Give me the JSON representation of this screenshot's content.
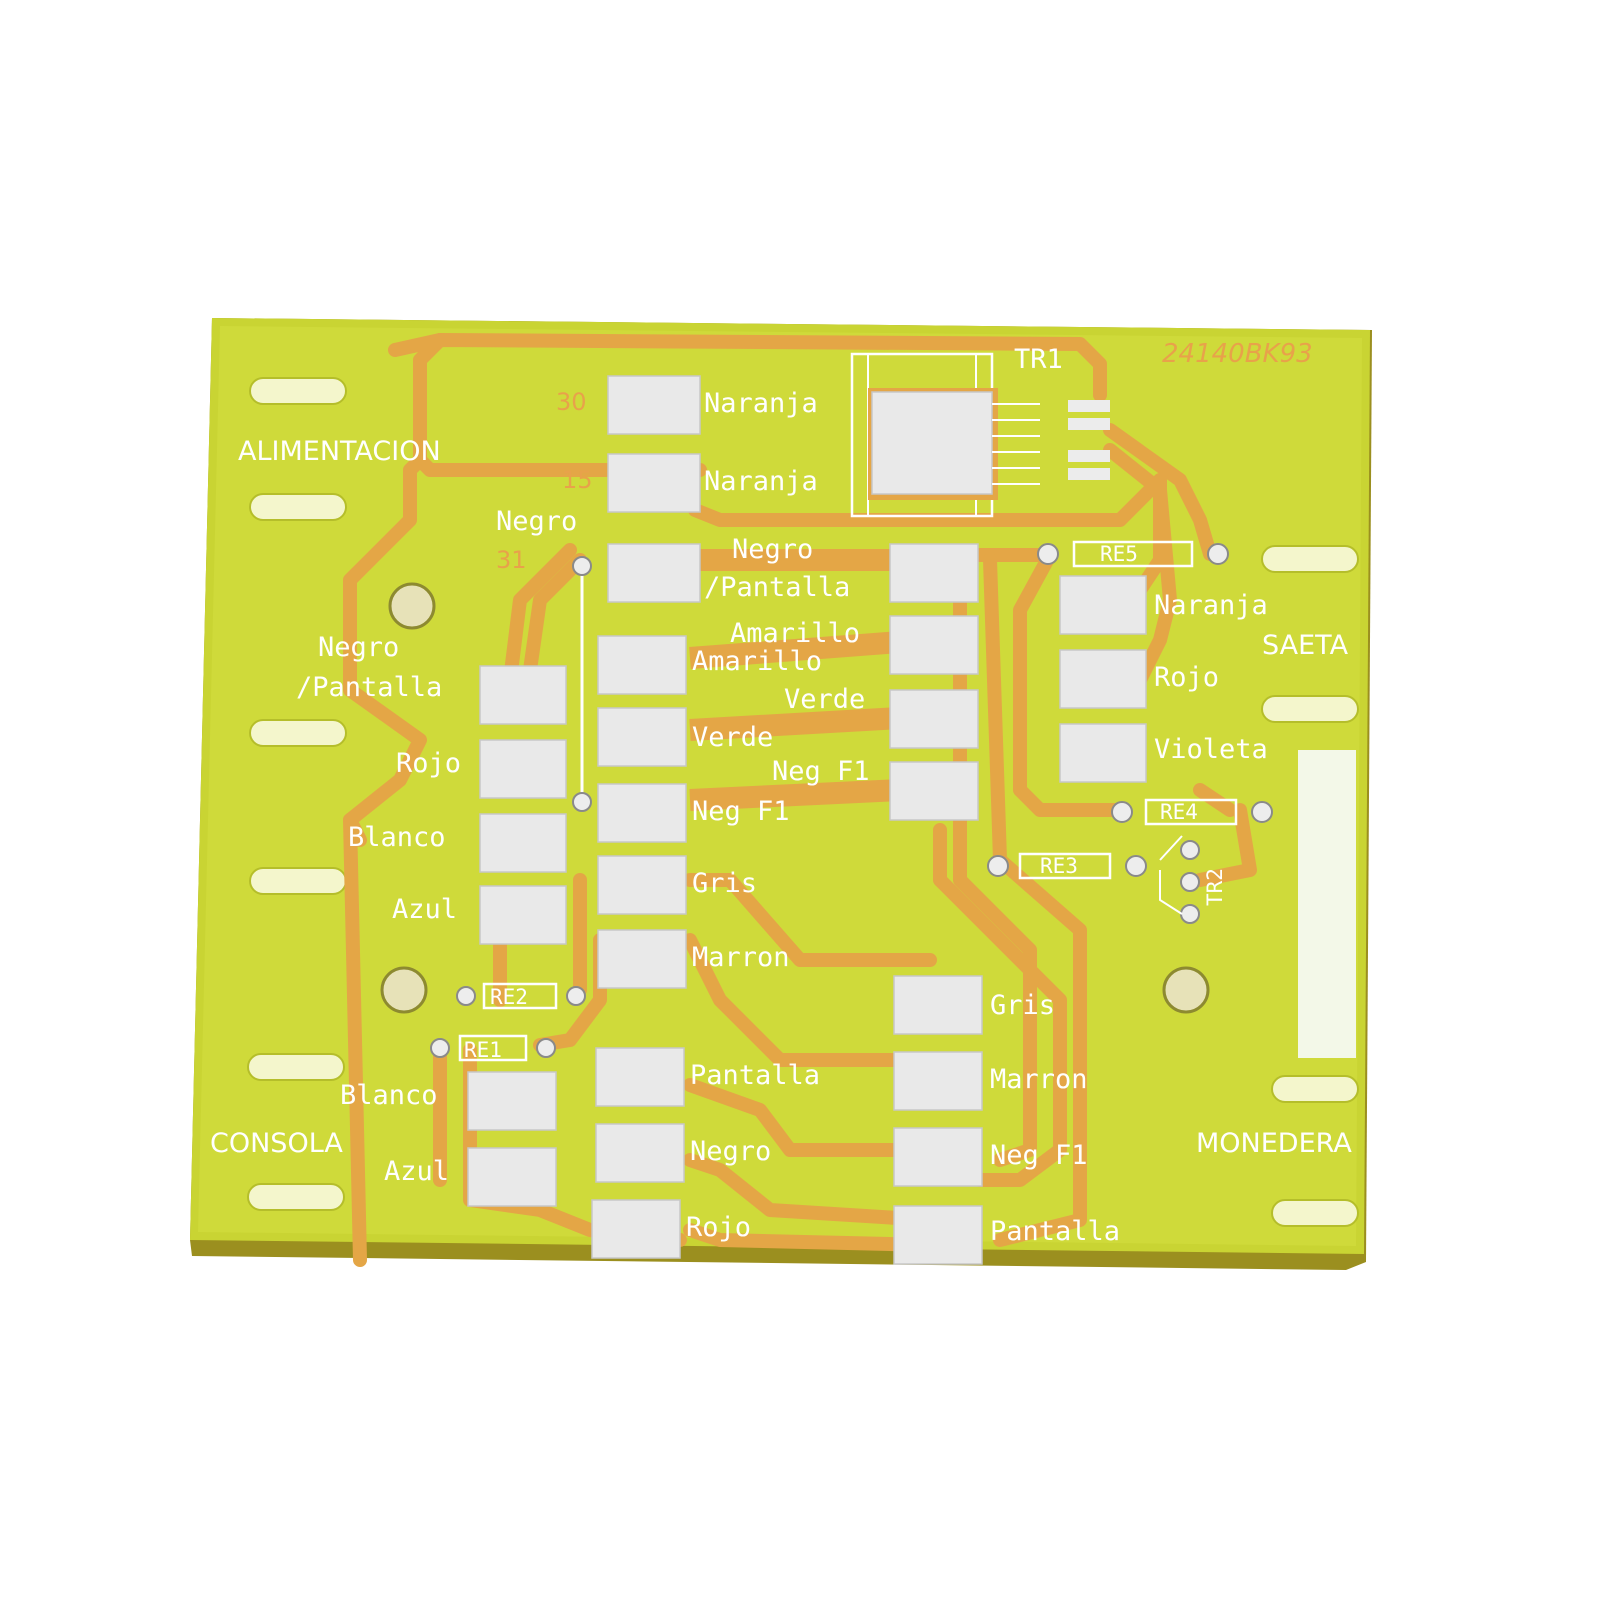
{
  "board": {
    "code": "24140BK93",
    "sections": {
      "power": "ALIMENTACION",
      "console": "CONSOLA",
      "saeta": "SAETA",
      "coin": "MONEDERA"
    },
    "pin_numbers": {
      "p30": "30",
      "p15": "15",
      "p31": "31"
    },
    "components": {
      "tr1": "TR1",
      "tr2": "TR2",
      "re1": "RE1",
      "re2": "RE2",
      "re3": "RE3",
      "re4": "RE4",
      "re5": "RE5"
    },
    "labels": {
      "top_naranja_1": "Naranja",
      "top_naranja_2": "Naranja",
      "negro_top": "Negro",
      "negro_pantalla_center_1": "Negro",
      "negro_pantalla_center_2": "/Pantalla",
      "negro_pantalla_left_1": "Negro",
      "negro_pantalla_left_2": "/Pantalla",
      "rojo_left": "Rojo",
      "blanco_left": "Blanco",
      "azul_left": "Azul",
      "blanco_bottom": "Blanco",
      "azul_bottom": "Azul",
      "amarillo_right": "Amarillo",
      "amarillo_left": "Amarillo",
      "verde_right": "Verde",
      "verde_left": "Verde",
      "negf1_right": "Neg F1",
      "negf1_left": "Neg F1",
      "gris_mid": "Gris",
      "marron_mid": "Marron",
      "pantalla_mid": "Pantalla",
      "negro_mid": "Negro",
      "rojo_mid": "Rojo",
      "gris_right": "Gris",
      "marron_right": "Marron",
      "negf1_bottom_right": "Neg F1",
      "pantalla_bottom_right": "Pantalla",
      "naranja_saeta": "Naranja",
      "rojo_saeta": "Rojo",
      "violeta_saeta": "Violeta"
    }
  }
}
